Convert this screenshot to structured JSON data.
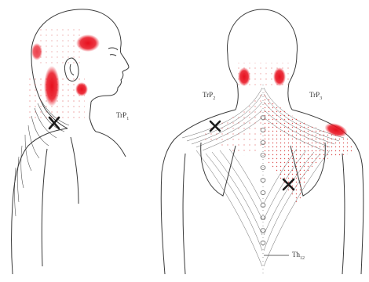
{
  "labels": {
    "side_trp": {
      "main": "TrP",
      "sub": "1"
    },
    "back_trp_left": {
      "main": "TrP",
      "sub": "2"
    },
    "back_trp_right": {
      "main": "TrP",
      "sub": "3"
    },
    "spine_marker": {
      "main": "Th",
      "sub": "12"
    }
  },
  "colors": {
    "outline": "#3a3a3a",
    "referred_pain": "#e8101e",
    "stipple": "#d84040",
    "trigger_point": "#1a1a1a",
    "background": "#ffffff"
  },
  "markers": {
    "trigger_point_symbol": "x-mark"
  }
}
